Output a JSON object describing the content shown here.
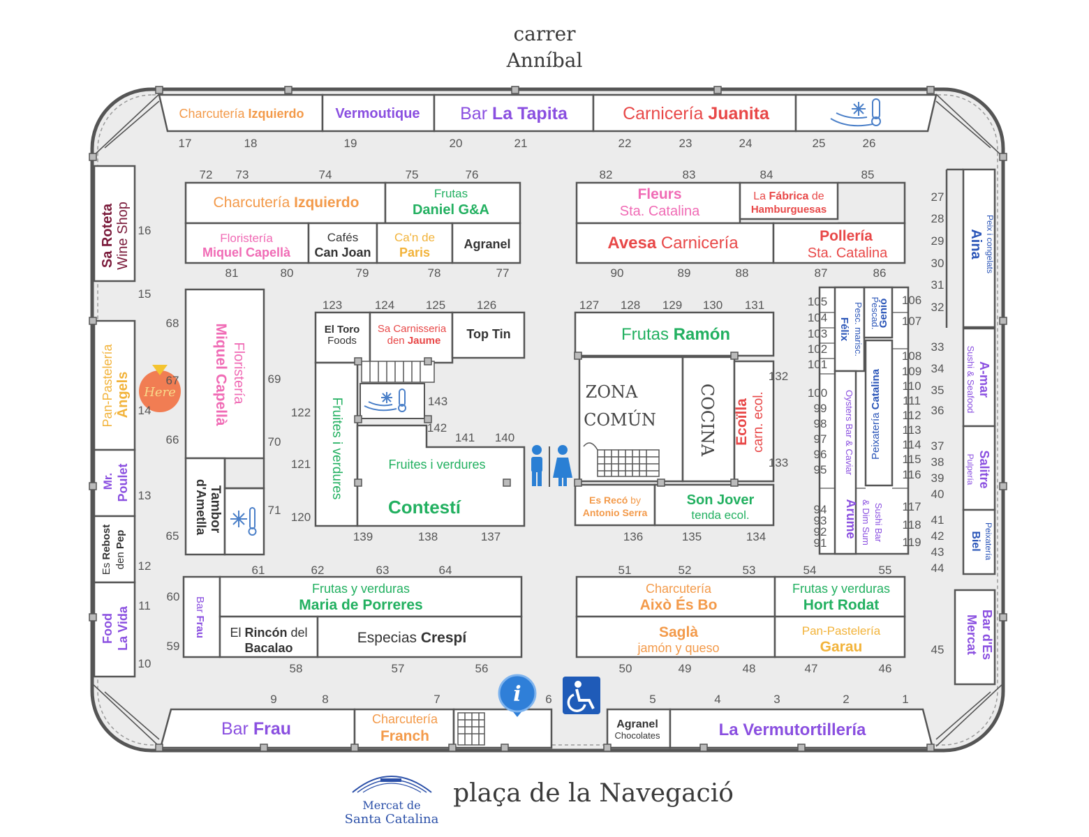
{
  "streets": {
    "north_line1": "carrer",
    "north_line2": "Anníbal",
    "south": "plaça de la Navegació"
  },
  "logo": {
    "line1": "Mercat de",
    "line2": "Santa Catalina"
  },
  "you_are_here": "Here",
  "zones": {
    "common_line1": "ZONA",
    "common_line2": "COMÚN",
    "kitchen": "COCINA"
  },
  "colors": {
    "orange": "#f39a4a",
    "purple": "#8a4fe0",
    "red": "#e84848",
    "pink": "#f06bb5",
    "green": "#22b060",
    "yellow": "#f2b33a",
    "dark": "#333333",
    "blue": "#2a55b8",
    "maroon": "#7a1a3a",
    "floor": "#ececec",
    "wall": "#555555"
  },
  "stall_numbers": [
    "1",
    "2",
    "3",
    "4",
    "5",
    "6",
    "7",
    "8",
    "9",
    "10",
    "11",
    "12",
    "13",
    "14",
    "15",
    "16",
    "17",
    "18",
    "19",
    "20",
    "21",
    "22",
    "23",
    "24",
    "25",
    "26",
    "27",
    "28",
    "29",
    "30",
    "31",
    "32",
    "33",
    "34",
    "35",
    "36",
    "37",
    "38",
    "39",
    "40",
    "41",
    "42",
    "43",
    "44",
    "45",
    "46",
    "47",
    "48",
    "49",
    "50",
    "51",
    "52",
    "53",
    "54",
    "55",
    "56",
    "57",
    "58",
    "59",
    "60",
    "61",
    "62",
    "63",
    "64",
    "65",
    "66",
    "67",
    "68",
    "69",
    "70",
    "71",
    "72",
    "73",
    "74",
    "75",
    "76",
    "77",
    "78",
    "79",
    "80",
    "81",
    "82",
    "83",
    "84",
    "85",
    "86",
    "87",
    "88",
    "89",
    "90",
    "91",
    "92",
    "93",
    "94",
    "95",
    "96",
    "97",
    "98",
    "99",
    "100",
    "101",
    "102",
    "103",
    "104",
    "105",
    "106",
    "107",
    "108",
    "109",
    "110",
    "111",
    "112",
    "113",
    "114",
    "115",
    "116",
    "117",
    "118",
    "119",
    "120",
    "121",
    "122",
    "123",
    "124",
    "125",
    "126",
    "127",
    "128",
    "129",
    "130",
    "131",
    "132",
    "133",
    "134",
    "135",
    "136",
    "137",
    "138",
    "139",
    "140",
    "141",
    "142",
    "143"
  ],
  "stalls": {
    "t_charc_izq": [
      "Charcutería ",
      "Izquierdo"
    ],
    "t_vermoutique": [
      "Vermoutique"
    ],
    "t_bar_tapita": [
      "Bar ",
      "La Tapita"
    ],
    "t_carn_juanita": [
      "Carnicería ",
      "Juanita"
    ],
    "charc_izq2": [
      "Charcutería ",
      "Izquierdo"
    ],
    "frutas_daniel": [
      "Frutas",
      "Daniel G&A"
    ],
    "flor_miquel": [
      "Floristería",
      "Miquel Capellà"
    ],
    "cafes_joan": [
      "Cafés",
      "Can Joan"
    ],
    "can_paris": [
      "Ca'n de",
      "Paris"
    ],
    "agranel": [
      "Agranel"
    ],
    "fleurs": [
      "Fleurs",
      "Sta. Catalina"
    ],
    "fabrica_hamb": [
      "La ",
      "Fábrica",
      " de",
      "Hamburguesas"
    ],
    "avesa": [
      "Avesa",
      " Carnicería"
    ],
    "polleria": [
      "Pollería",
      "Sta. Catalina"
    ],
    "flor_miquel_v": [
      "Floristería",
      "Miquel Capellà"
    ],
    "tambor": [
      "Tambor",
      "d'Ametlla"
    ],
    "el_toro": [
      "El Toro",
      "Foods"
    ],
    "sa_carnisseria": [
      "Sa Carnisseria",
      "den ",
      "Jaume"
    ],
    "top_tin": [
      "Top Tin"
    ],
    "fruites_v": [
      "Fruites i verdures"
    ],
    "fruites_h": [
      "Fruites i verdures"
    ],
    "contesti": [
      "Contestí"
    ],
    "frutas_ramon": [
      "Frutas ",
      "Ramón"
    ],
    "ecoilla": [
      "Ecoïlla",
      "carn. ecol."
    ],
    "es_reco": [
      "Es Recó",
      " by",
      "Antonio Serra"
    ],
    "son_jover": [
      "Son Jover",
      "tenda ecol."
    ],
    "pesc_felix": [
      "Pesc. marisc.",
      "Félix"
    ],
    "pescad_genio": [
      "Pescad.",
      "Genió"
    ],
    "oysters": [
      "Oysters Bar & Caviar"
    ],
    "arume": [
      "Arume"
    ],
    "peix_catalina": [
      "Peixatería ",
      "Catalina"
    ],
    "sushi_bar": [
      "Sushi  Bar",
      "& Dim Sum"
    ],
    "aina": [
      "Peix i congelats",
      "Aina"
    ],
    "amar": [
      "A-mar",
      "Sushi & Seafood"
    ],
    "salitre": [
      "Salitre",
      "Pulpería"
    ],
    "biel": [
      "Peixatería",
      "Biel"
    ],
    "bar_es_mercat": [
      "Bar d'Es",
      "Mercat"
    ],
    "sa_roteta": [
      "Sa Roteta",
      "Wine Shop"
    ],
    "pan_angels": [
      "Pan-Pastelería",
      "Àngels"
    ],
    "mr_poulet": [
      "Mr.",
      "Poulet"
    ],
    "es_rebost": [
      "Es ",
      "Rebost",
      "den ",
      "Pep"
    ],
    "food_la_vida": [
      "Food",
      "La Vida"
    ],
    "bar_frau_v": [
      "Bar ",
      "Frau"
    ],
    "maria_porreres": [
      "Frutas y verduras",
      "Maria de Porreres"
    ],
    "rincon": [
      "El ",
      "Rincón",
      " del",
      "Bacalao"
    ],
    "especias": [
      "Especias ",
      "Crespí"
    ],
    "aixo_es_bo": [
      "Charcutería",
      "Això És Bo"
    ],
    "hort_rodat": [
      "Frutas y verduras",
      "Hort Rodat"
    ],
    "sagla": [
      "Saglà",
      "jamón y queso"
    ],
    "garau": [
      "Pan-Pastelería",
      "Garau"
    ],
    "bar_frau": [
      "Bar ",
      "Frau"
    ],
    "charc_franch": [
      "Charcutería",
      "Franch"
    ],
    "agranel_choc": [
      "Agranel",
      "Chocolates"
    ],
    "vermutortilleria": [
      "La Vermutortillería"
    ]
  }
}
